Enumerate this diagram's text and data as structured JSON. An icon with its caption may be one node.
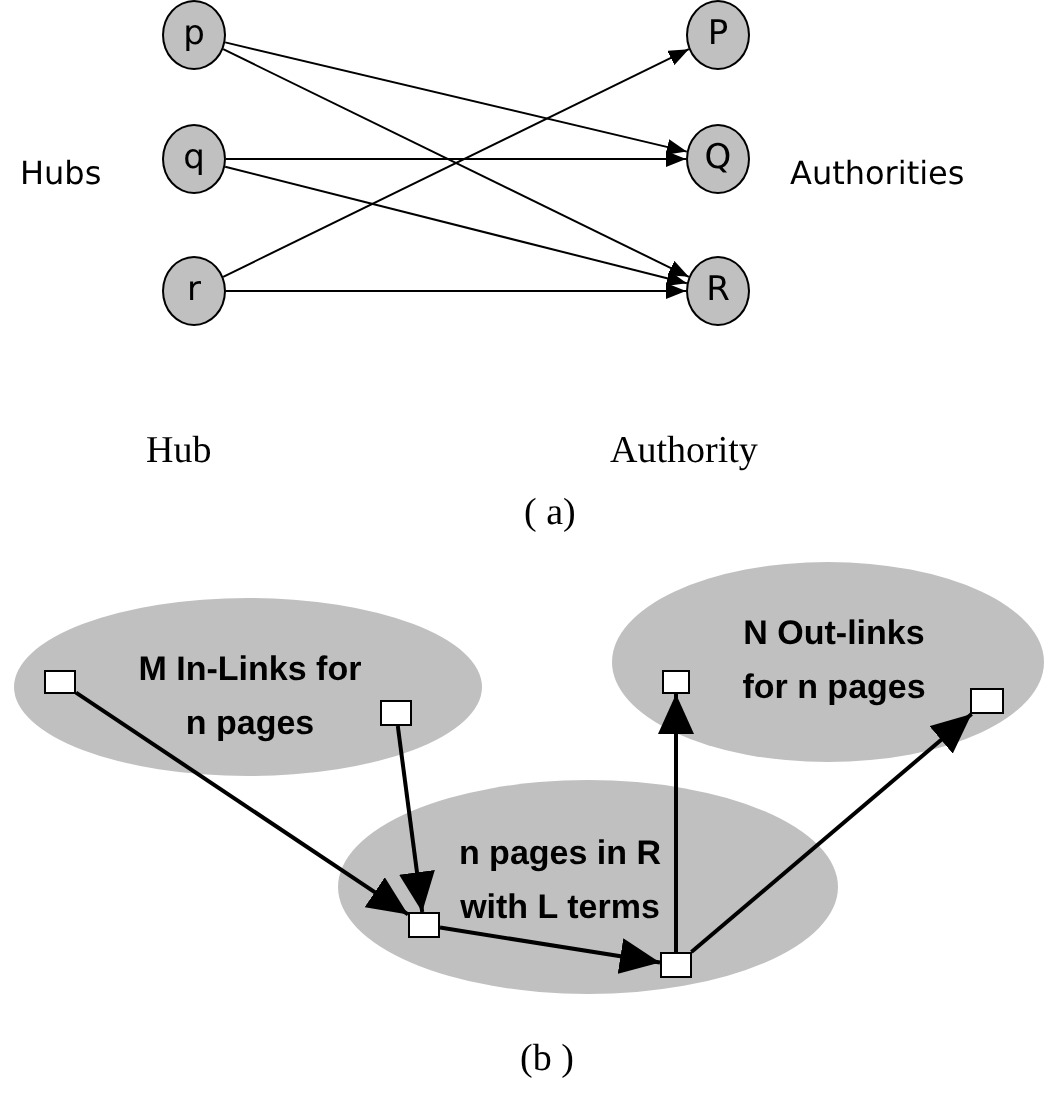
{
  "diagram": {
    "nodes": [
      {
        "text": [
          "p"
        ]
      },
      {
        "text": [
          "q"
        ]
      },
      {
        "text": [
          "r"
        ]
      },
      {
        "text": [
          "P"
        ]
      },
      {
        "text": [
          "Q"
        ]
      },
      {
        "text": [
          "R"
        ]
      },
      {
        "text": [
          "M In-Links for n pages"
        ]
      },
      {
        "text": [],
        "shape": "box",
        "in": 6
      },
      {
        "text": [],
        "shape": "box",
        "in": 6
      },
      {
        "text": [
          "N Out-links for n pages"
        ]
      },
      {
        "text": [],
        "shape": "box",
        "in": 9
      },
      {
        "text": [],
        "shape": "box",
        "in": 9
      },
      {
        "text": [
          "n pages in R with L terms"
        ]
      },
      {
        "text": [],
        "shape": "box",
        "in": 12
      },
      {
        "text": [],
        "shape": "box",
        "in": 12
      }
    ],
    "edges": [
      {
        "from": 0,
        "to": 4,
        "arrow": "to"
      },
      {
        "from": 0,
        "to": 5,
        "arrow": "to"
      },
      {
        "from": 1,
        "to": 4,
        "arrow": "to"
      },
      {
        "from": 1,
        "to": 5,
        "arrow": "to"
      },
      {
        "from": 2,
        "to": 3,
        "arrow": "to"
      },
      {
        "from": 2,
        "to": 5,
        "arrow": "to"
      },
      {
        "from": 7,
        "to": 13,
        "arrow": "to"
      },
      {
        "from": 8,
        "to": 13,
        "arrow": "to"
      },
      {
        "from": 13,
        "to": 14,
        "arrow": "to"
      },
      {
        "from": 14,
        "to": 10,
        "arrow": "to"
      },
      {
        "from": 14,
        "to": 11,
        "arrow": "to"
      }
    ],
    "labels": [
      "Hubs",
      "Authorities",
      "Hub",
      "Authority",
      "( a)",
      "(b )"
    ]
  }
}
